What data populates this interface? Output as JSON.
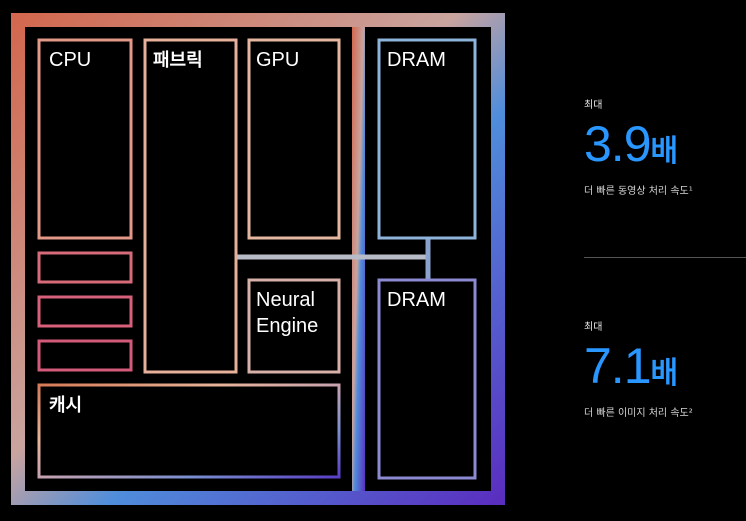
{
  "diagram": {
    "blocks": {
      "cpu": "CPU",
      "fabric": "패브릭",
      "gpu": "GPU",
      "dram_top": "DRAM",
      "neural_engine_line1": "Neural",
      "neural_engine_line2": "Engine",
      "dram_bottom": "DRAM",
      "cache": "캐시"
    }
  },
  "stats": [
    {
      "prefix": "최대",
      "value": "3.9",
      "unit": "배",
      "description": "더 빠른 동영상 처리 속도¹"
    },
    {
      "prefix": "최대",
      "value": "7.1",
      "unit": "배",
      "description": "더 빠른 이미지 처리 속도²"
    }
  ],
  "colors": {
    "accent": "#2997ff",
    "background": "#000000"
  }
}
